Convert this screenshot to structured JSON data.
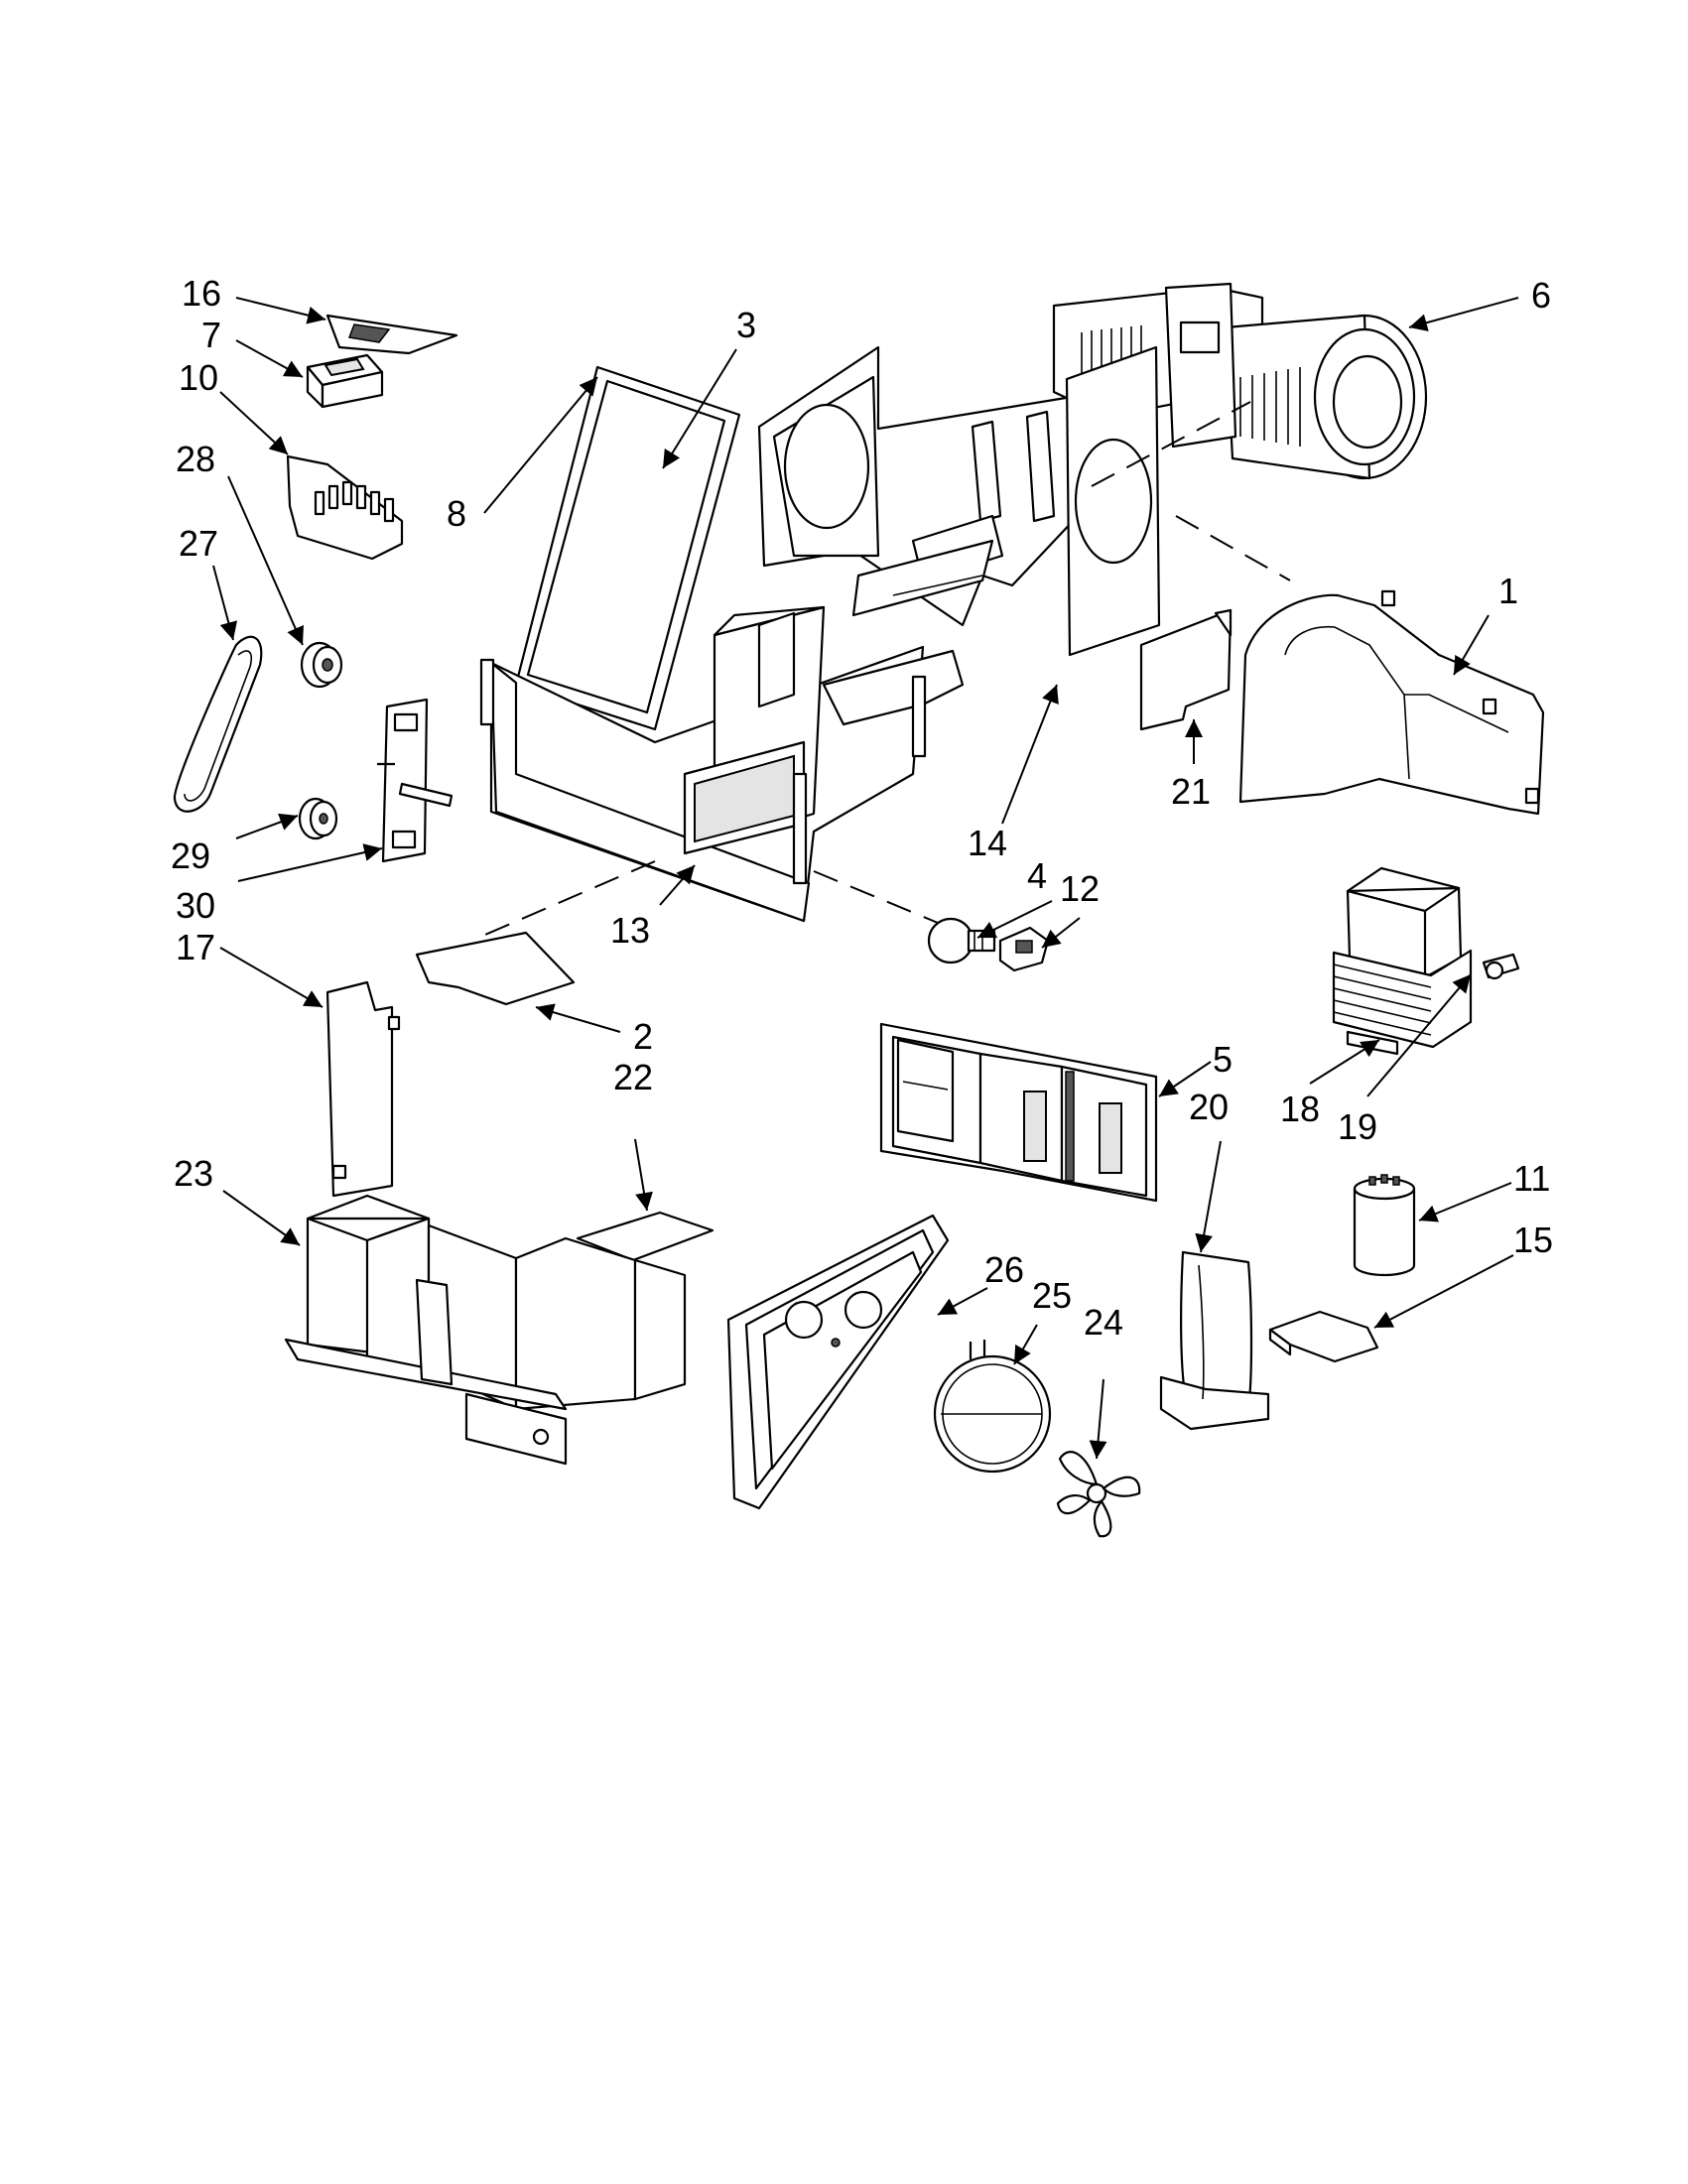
{
  "labels": {
    "p1": "1",
    "p2": "2",
    "p3": "3",
    "p4": "4",
    "p5": "5",
    "p6": "6",
    "p7": "7",
    "p8": "8",
    "p10": "10",
    "p11": "11",
    "p12": "12",
    "p13": "13",
    "p14": "14",
    "p15": "15",
    "p16": "16",
    "p17": "17",
    "p18": "18",
    "p19": "19",
    "p20": "20",
    "p21": "21",
    "p22": "22",
    "p23": "23",
    "p24": "24",
    "p25": "25",
    "p26": "26",
    "p27": "27",
    "p28": "28",
    "p29": "29",
    "p30": "30"
  },
  "colors": {
    "line": "#000000",
    "background": "#ffffff"
  }
}
